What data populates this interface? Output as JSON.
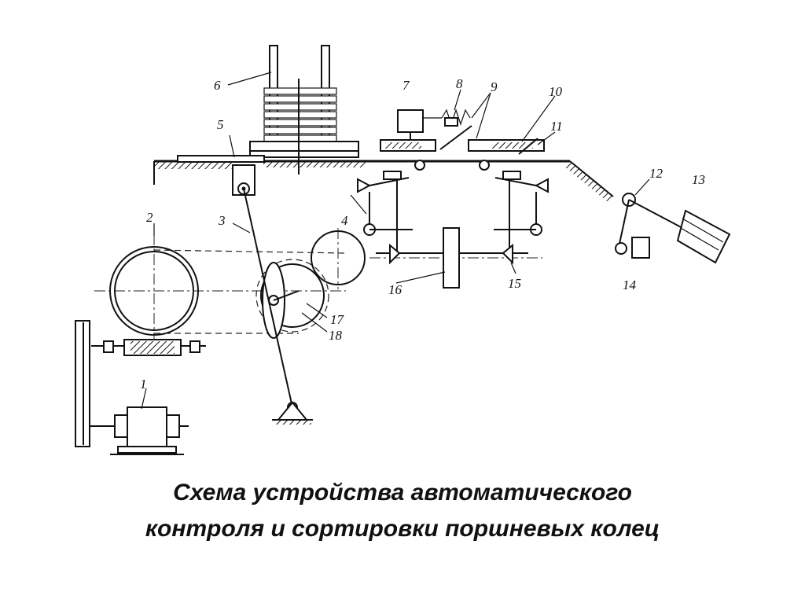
{
  "caption": {
    "line1": "Схема устройства автоматического",
    "line2": "контроля и сортировки поршневых колец"
  },
  "labels": [
    "1",
    "2",
    "3",
    "4",
    "5",
    "6",
    "7",
    "8",
    "9",
    "10",
    "11",
    "12",
    "13",
    "14",
    "15",
    "16",
    "17",
    "18"
  ]
}
